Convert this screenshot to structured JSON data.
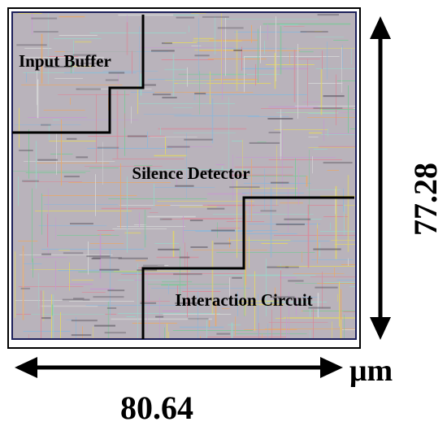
{
  "regions": {
    "input_buffer": "Input Buffer",
    "silence_detector": "Silence Detector",
    "interaction_circuit": "Interaction Circuit"
  },
  "dimensions": {
    "width_value": "80.64",
    "height_value": "77.28",
    "unit": "μm"
  },
  "colors": {
    "chip_fill": "#b9b3bb",
    "boundary": "#000000",
    "inner_frame": "#1c1f5a",
    "trace_palette": [
      "#d98a9a",
      "#7fc79a",
      "#e0d46a",
      "#8fb7d8",
      "#c79ad0",
      "#e8a96a",
      "#9cd3c9",
      "#d6d6d6"
    ]
  }
}
